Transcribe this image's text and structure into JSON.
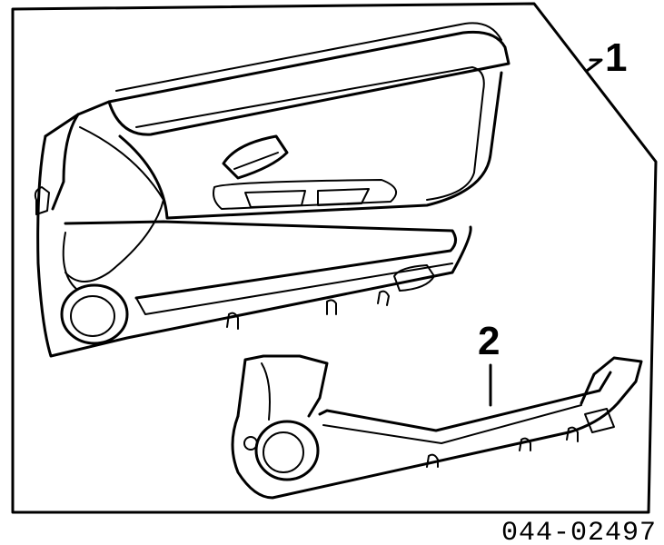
{
  "callouts": {
    "part_1": "1",
    "part_2": "2"
  },
  "figure_number": "044-02497",
  "parts": {
    "part_1_icon": "door-trim-panel-icon",
    "part_2_icon": "armrest-lower-trim-icon"
  }
}
